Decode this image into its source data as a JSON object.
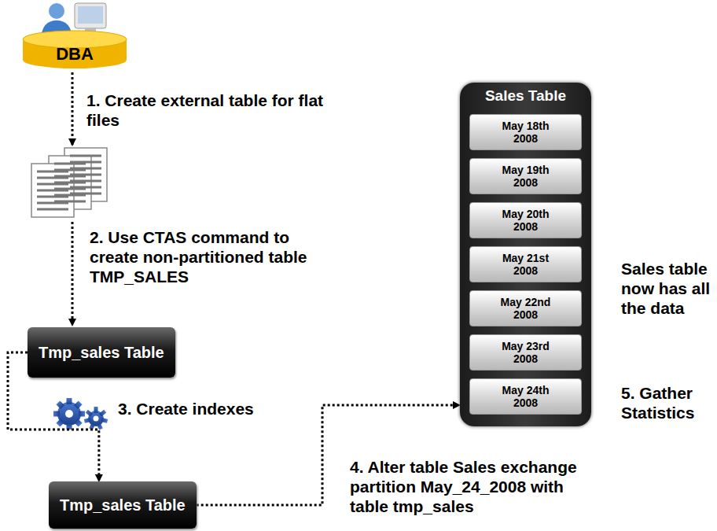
{
  "diagram": {
    "nodes": [
      {
        "text": [
          "DBA"
        ]
      },
      {
        "text": [
          "Tmp_sales Table"
        ]
      },
      {
        "text": [
          "Tmp_sales Table"
        ]
      },
      {
        "text": [
          "Sales Table"
        ]
      },
      {
        "text": [
          "May 18th 2008"
        ],
        "in": 3
      },
      {
        "text": [
          "May 19th 2008"
        ],
        "in": 3
      },
      {
        "text": [
          "May 20th 2008"
        ],
        "in": 3
      },
      {
        "text": [
          "May 21st 2008"
        ],
        "in": 3
      },
      {
        "text": [
          "May 22nd 2008"
        ],
        "in": 3
      },
      {
        "text": [
          "May 23rd 2008"
        ],
        "in": 3
      },
      {
        "text": [
          "May 24th 2008"
        ],
        "in": 3
      }
    ],
    "edges": [
      {
        "from": 1,
        "to": 2,
        "arrow": "to"
      },
      {
        "from": 2,
        "to": 3,
        "arrow": "to"
      }
    ],
    "labels": [
      "1. Create external table for flat files",
      "2. Use CTAS command to create non-partitioned table TMP_SALES",
      "3. Create indexes",
      "4. Alter table Sales exchange partition May_24_2008 with table tmp_sales",
      "Sales table now has all the data",
      "5. Gather Statistics"
    ]
  }
}
